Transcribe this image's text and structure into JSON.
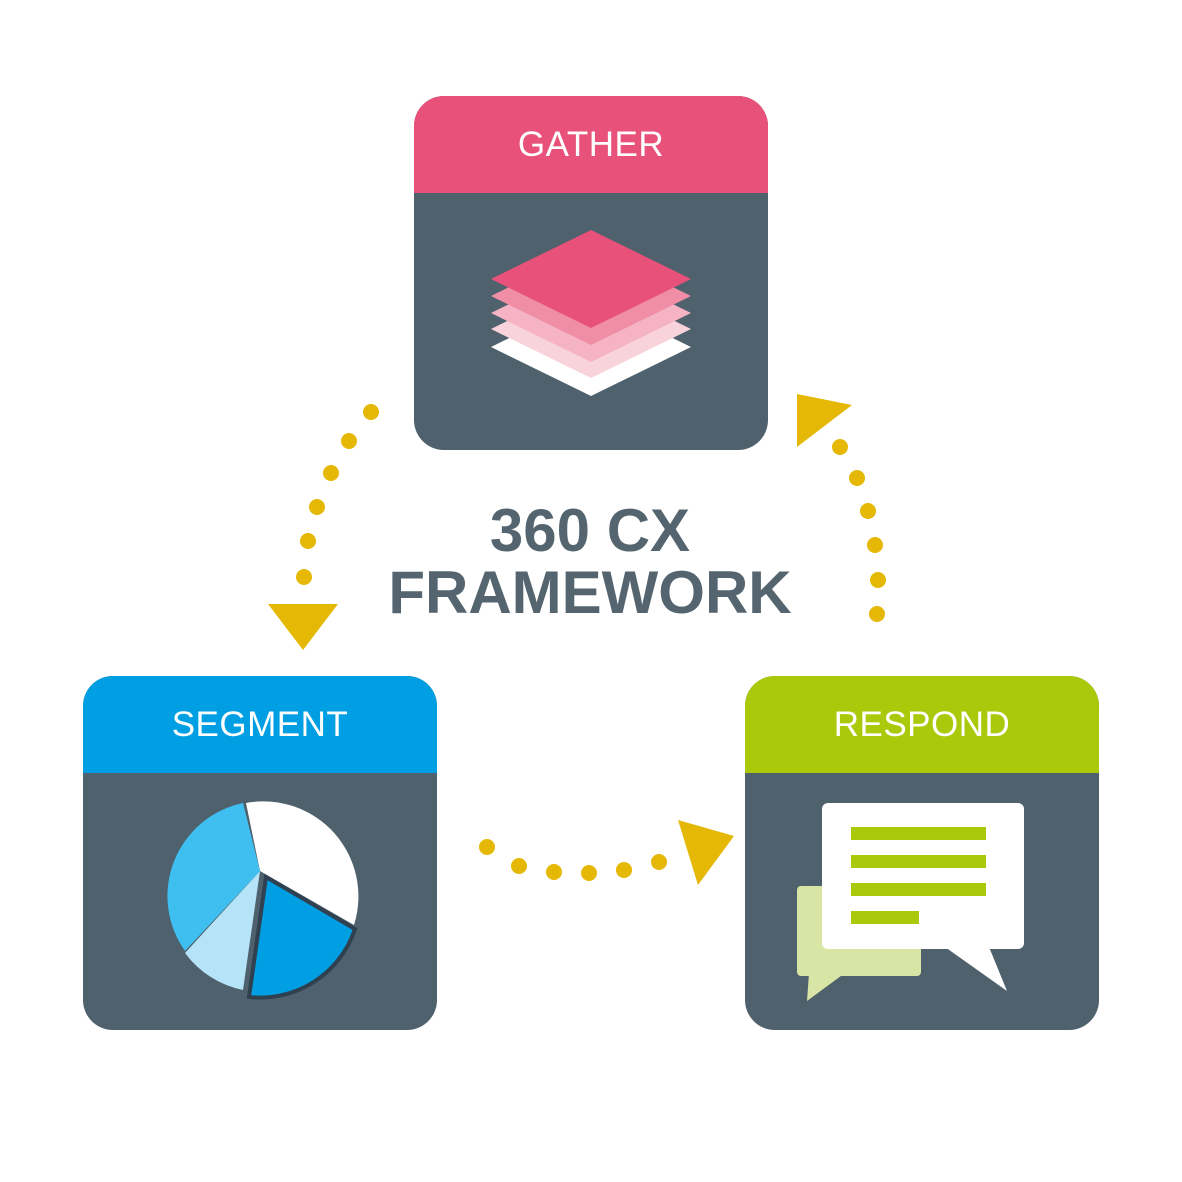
{
  "title": {
    "line1": "360 CX",
    "line2": "FRAMEWORK"
  },
  "stages": {
    "gather": {
      "label": "GATHER",
      "color": "#e8527a",
      "icon": "layers-icon"
    },
    "segment": {
      "label": "SEGMENT",
      "color": "#009fe3",
      "icon": "pie-chart-icon"
    },
    "respond": {
      "label": "RESPOND",
      "color": "#aac90b",
      "icon": "chat-bubbles-icon"
    }
  },
  "colors": {
    "card_body": "#4f616d",
    "title_text": "#556570",
    "arrow": "#e5b805"
  },
  "flow": [
    {
      "from": "gather",
      "to": "segment"
    },
    {
      "from": "segment",
      "to": "respond"
    },
    {
      "from": "respond",
      "to": "gather"
    }
  ]
}
